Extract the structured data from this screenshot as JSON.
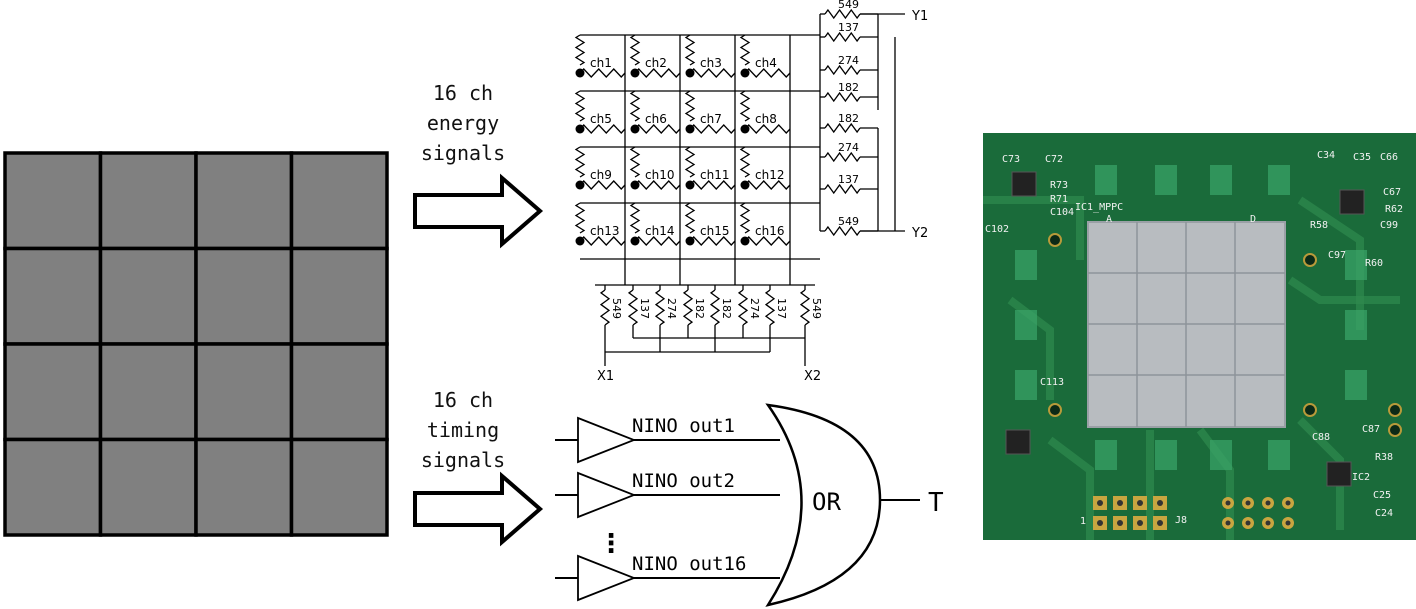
{
  "colors": {
    "pixel_fill": "#808080",
    "line": "#000000",
    "pcb_green": "#1a6b3a",
    "chip_gray": "#b8bcc0"
  },
  "energy_label": [
    "16 ch",
    "energy",
    "signals"
  ],
  "timing_label": [
    "16 ch",
    "timing",
    "signals"
  ],
  "channels": [
    "ch1",
    "ch2",
    "ch3",
    "ch4",
    "ch5",
    "ch6",
    "ch7",
    "ch8",
    "ch9",
    "ch10",
    "ch11",
    "ch12",
    "ch13",
    "ch14",
    "ch15",
    "ch16"
  ],
  "row_resistors": [
    "549",
    "137",
    "274",
    "182",
    "182",
    "274",
    "137",
    "549"
  ],
  "col_resistors": [
    "549",
    "137",
    "274",
    "182",
    "182",
    "274",
    "137",
    "549"
  ],
  "outputs": {
    "y1": "Y1",
    "y2": "Y2",
    "x1": "X1",
    "x2": "X2"
  },
  "nino": [
    "NINO out1",
    "NINO out2",
    "NINO out16"
  ],
  "or_gate": "OR",
  "or_output": "T",
  "ellipsis": "⋮",
  "pcb_labels": [
    "C73",
    "C72",
    "C34",
    "C35",
    "C66",
    "R73",
    "R71",
    "C67",
    "R62",
    "C99",
    "C102",
    "C104",
    "IC1_MPPC",
    "R58",
    "R60",
    "A",
    "D",
    "C97",
    "C113",
    "C88",
    "C87",
    "R38",
    "IC2",
    "C25",
    "C24",
    "J8",
    "1"
  ]
}
